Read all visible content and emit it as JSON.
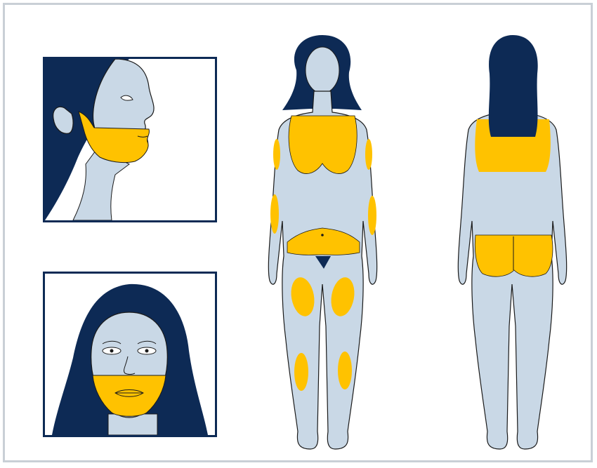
{
  "colors": {
    "hair": "#0d2a55",
    "skin": "#c9d8e6",
    "highlight": "#ffc200",
    "outline": "#1a1a1a",
    "frame_border": "#c9cfd6",
    "panel_border": "#0d2a55"
  },
  "panels": {
    "profile": {
      "highlighted_region": "jaw-and-lower-face-side"
    },
    "front_face": {
      "highlighted_region": "chin-and-lower-face-front"
    }
  },
  "figures": {
    "front": {
      "highlighted_regions": [
        "chest",
        "left-upper-arm",
        "right-upper-arm",
        "left-forearm",
        "right-forearm",
        "lower-abdomen",
        "left-thigh",
        "right-thigh",
        "left-calf",
        "right-calf"
      ]
    },
    "back": {
      "highlighted_regions": [
        "upper-back",
        "buttocks"
      ]
    }
  }
}
